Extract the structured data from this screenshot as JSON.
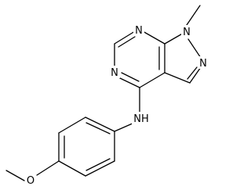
{
  "molecule": {
    "atoms": {
      "n_pyrimidine_top": "N",
      "n_pyrimidine_left": "N",
      "n_pyrazole_1": "N",
      "n_pyrazole_2": "N",
      "n_amine": "NH",
      "o_methoxy": "O"
    },
    "colors": {
      "bond": "#000000",
      "label": "#000000",
      "background": "#ffffff"
    }
  }
}
